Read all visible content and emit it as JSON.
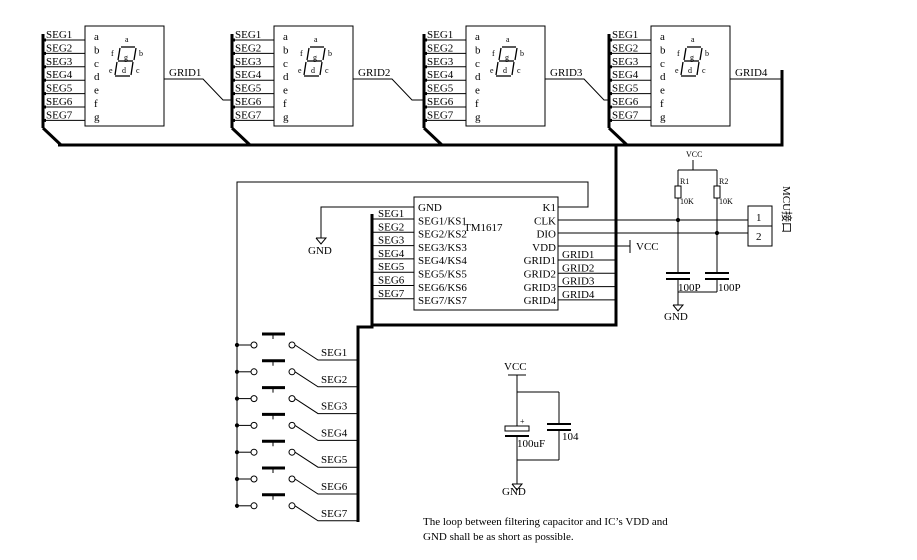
{
  "seg_labels": [
    "SEG1",
    "SEG2",
    "SEG3",
    "SEG4",
    "SEG5",
    "SEG6",
    "SEG7"
  ],
  "seg_letters": [
    "a",
    "b",
    "c",
    "d",
    "e",
    "f",
    "g"
  ],
  "digit_letters": {
    "top": "a",
    "right_top": "b",
    "right_bottom": "c",
    "bottom": "d",
    "left_bottom": "e",
    "left_top": "f",
    "middle": "g"
  },
  "grids": [
    "GRID1",
    "GRID2",
    "GRID3",
    "GRID4"
  ],
  "ic": {
    "name": "TM1617",
    "left_pins": [
      "GND",
      "SEG1/KS1",
      "SEG2/KS2",
      "SEG3/KS3",
      "SEG4/KS4",
      "SEG5/KS5",
      "SEG6/KS6",
      "SEG7/KS7"
    ],
    "right_pins": [
      "K1",
      "CLK",
      "DIO",
      "VDD",
      "GRID1",
      "GRID2",
      "GRID3",
      "GRID4"
    ],
    "left_nets": [
      "SEG1",
      "SEG2",
      "SEG3",
      "SEG4",
      "SEG5",
      "SEG6",
      "SEG7"
    ],
    "right_nets": [
      "GRID1",
      "GRID2",
      "GRID3",
      "GRID4"
    ]
  },
  "power": {
    "vcc": "VCC",
    "gnd": "GND"
  },
  "resistors": [
    {
      "ref": "R1",
      "value": "10K"
    },
    {
      "ref": "R2",
      "value": "10K"
    }
  ],
  "caps": [
    "100P",
    "100P"
  ],
  "connector": {
    "title": "MCU接口",
    "pins": [
      "1",
      "2"
    ]
  },
  "filter": {
    "electrolytic": "100uF",
    "plus": "+",
    "ceramic": "104"
  },
  "keys": [
    "SEG1",
    "SEG2",
    "SEG3",
    "SEG4",
    "SEG5",
    "SEG6",
    "SEG7"
  ],
  "note": [
    "The loop between filtering capacitor and IC’s VDD and",
    "GND shall be as short as possible."
  ]
}
